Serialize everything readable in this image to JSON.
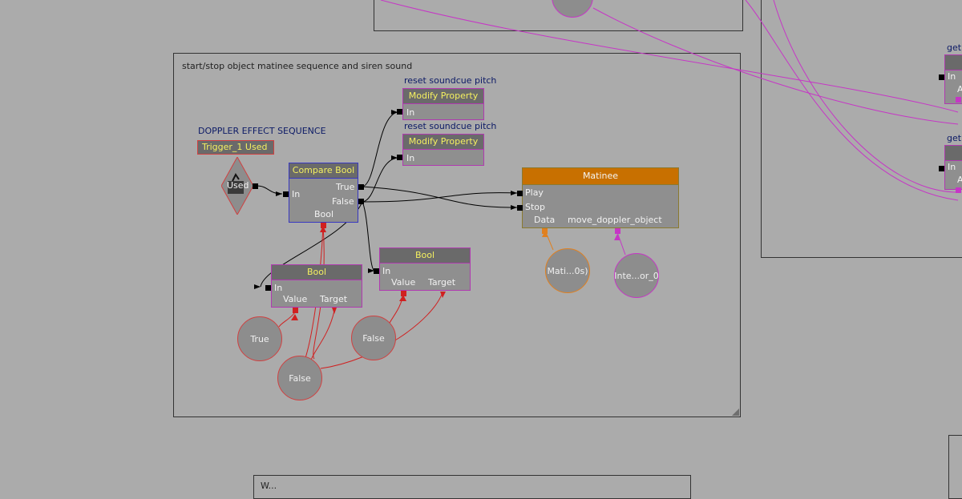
{
  "main_comment": "start/stop object matinee sequence and siren sound",
  "doppler_label": "DOPPLER EFFECT SEQUENCE",
  "trigger_event": {
    "title": "Trigger_1 Used",
    "used_label": "Used"
  },
  "modify_nodes": [
    {
      "comment": "reset soundcue pitch",
      "title": "Modify Property",
      "in_label": "In"
    },
    {
      "comment": "reset soundcue pitch",
      "title": "Modify Property",
      "in_label": "In"
    }
  ],
  "compare_bool": {
    "title": "Compare Bool",
    "in_label": "In",
    "true_label": "True",
    "false_label": "False",
    "bool_label": "Bool"
  },
  "matinee": {
    "title": "Matinee",
    "play_label": "Play",
    "stop_label": "Stop",
    "data_label": "Data",
    "object_label": "move_doppler_object"
  },
  "bool_node_1": {
    "title": "Bool",
    "in_label": "In",
    "value_label": "Value",
    "target_label": "Target"
  },
  "bool_node_2": {
    "title": "Bool",
    "in_label": "In",
    "value_label": "Value",
    "target_label": "Target"
  },
  "vars": {
    "true_var": "True",
    "false_var_1": "False",
    "false_var_2": "False",
    "matinee_data": "Mati...0s)",
    "interp_var": "Inte...or_0"
  },
  "right_panel": {
    "label_1": "get",
    "label_2": "get",
    "in_1": "In",
    "in_2": "In",
    "a_1": "A",
    "a_2": "A"
  },
  "bottom_frame_text": "W...",
  "colors": {
    "background": "#ababab",
    "matinee_title": "#c87000",
    "link_pink": "#c636c6",
    "link_red": "#d02020"
  }
}
